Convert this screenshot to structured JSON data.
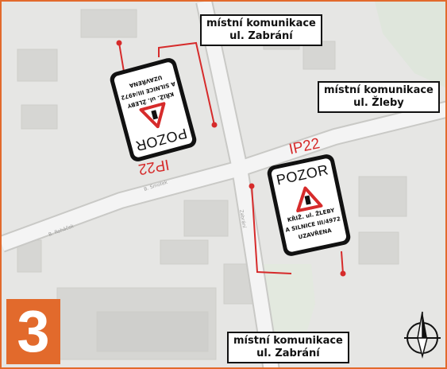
{
  "map": {
    "panel_number": "3",
    "labels": {
      "top": {
        "line1": "místní komunikace",
        "line2": "ul. Zabrání"
      },
      "right": {
        "line1": "místní komunikace",
        "line2": "ul. Žleby"
      },
      "bottom": {
        "line1": "místní komunikace",
        "line2": "ul. Zabrání"
      }
    },
    "signs": [
      {
        "id": "IP22",
        "title": "POZOR",
        "line1": "KŘIŽ. ul. ŽLEBY",
        "line2": "A SILNICE III/4972",
        "line3": "UZAVŘENA",
        "orientation": "upside-down"
      },
      {
        "id": "IP22",
        "title": "POZOR",
        "line1": "KŘIŽ. ul. ŽLEBY",
        "line2": "A SILNICE III/4972",
        "line3": "UZAVŘENA",
        "orientation": "upright"
      }
    ],
    "colors": {
      "frame": "#e26a2c",
      "marker_line": "#d62b2b",
      "road": "#f4f4f4",
      "background": "#e6e6e4",
      "building": "#d6d6d3"
    }
  }
}
